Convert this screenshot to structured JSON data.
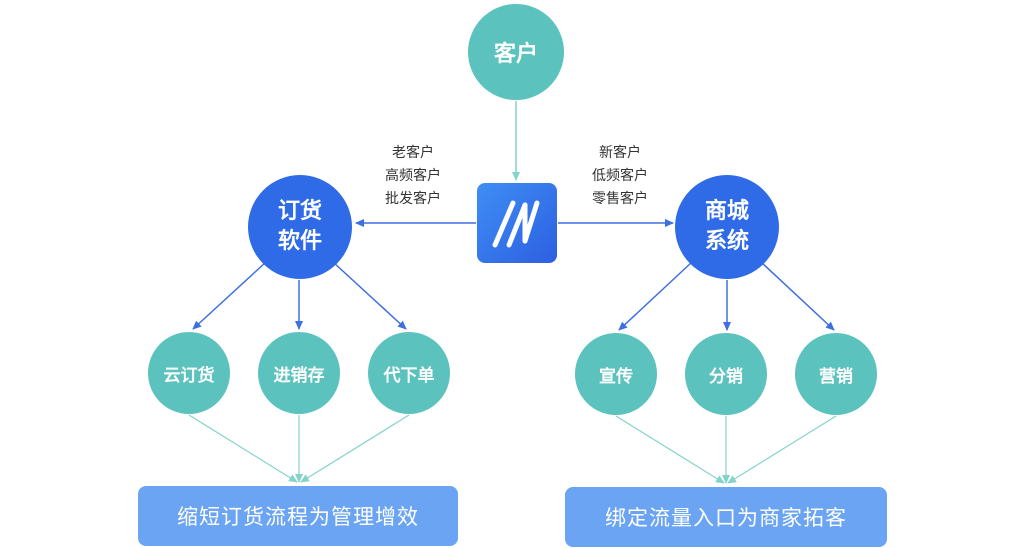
{
  "nodes": {
    "customer": "客户",
    "ordering_software": "订货\n软件",
    "mall_system": "商城\n系统"
  },
  "left_branch": {
    "customer_types": [
      "老客户",
      "高频客户",
      "批发客户"
    ],
    "features": [
      "云订货",
      "进销存",
      "代下单"
    ],
    "outcome": "缩短订货流程为管理增效"
  },
  "right_branch": {
    "customer_types": [
      "新客户",
      "低频客户",
      "零售客户"
    ],
    "features": [
      "宣传",
      "分销",
      "营销"
    ],
    "outcome": "绑定流量入口为商家拓客"
  },
  "logo": {
    "icon": "brand-m-logo"
  },
  "colors": {
    "teal": "#5cc2be",
    "blue": "#2f6be6",
    "banner": "#6aa4f2",
    "edge_blue": "#3d6fe0",
    "edge_teal": "#84d3c9"
  }
}
